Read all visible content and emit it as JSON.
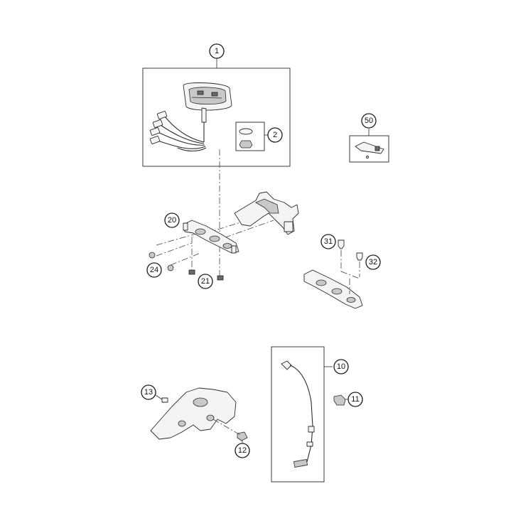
{
  "callouts": {
    "c1": "1",
    "c2": "2",
    "c50": "50",
    "c20": "20",
    "c24": "24",
    "c21": "21",
    "c31": "31",
    "c32": "32",
    "c10": "10",
    "c11": "11",
    "c13": "13",
    "c12": "12"
  }
}
